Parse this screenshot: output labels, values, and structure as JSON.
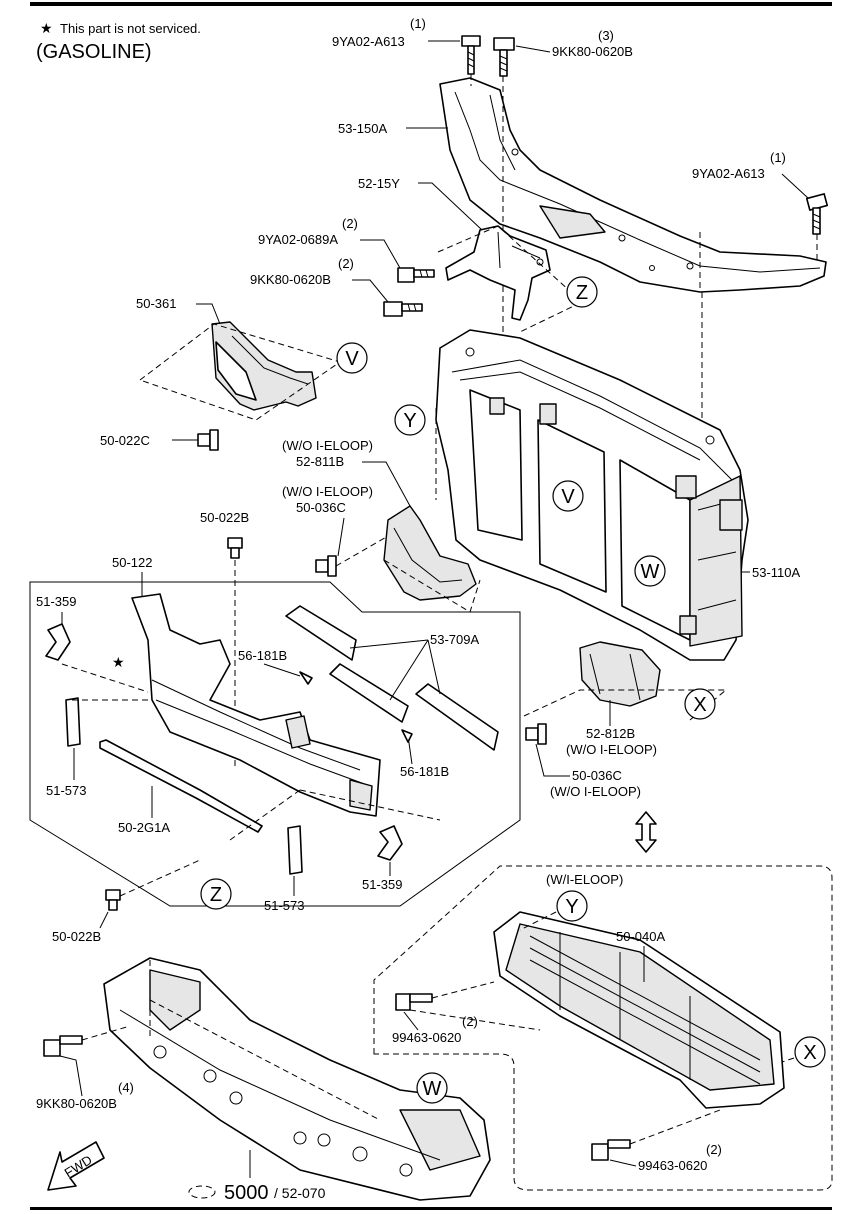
{
  "header": {
    "star_glyph": "★",
    "note": "This part is not serviced.",
    "engine": "(GASOLINE)"
  },
  "callouts": {
    "V": "V",
    "W": "W",
    "X": "X",
    "Y": "Y",
    "Z": "Z"
  },
  "labels": {
    "bolt_9ya02_a613_top_qty": "(1)",
    "bolt_9ya02_a613_top": "9YA02-A613",
    "bolt_9kk80_0620b_top_qty": "(3)",
    "bolt_9kk80_0620b_top": "9KK80-0620B",
    "shroud_upper": "53-150A",
    "bolt_9ya02_a613_right_qty": "(1)",
    "bolt_9ya02_a613_right": "9YA02-A613",
    "bracket_52_15y": "52-15Y",
    "bolt_9ya02_0689a_qty": "(2)",
    "bolt_9ya02_0689a": "9YA02-0689A",
    "bolt_9kk80_0620b_mid_qty": "(2)",
    "bolt_9kk80_0620b_mid": "9KK80-0620B",
    "guide_50_361": "50-361",
    "clip_50_022c": "50-022C",
    "guide_52_811b_note": "(W/O I-ELOOP)",
    "guide_52_811b": "52-811B",
    "clip_50_036c_upper_note": "(W/O I-ELOOP)",
    "clip_50_036c_upper": "50-036C",
    "clip_50_022b_upper": "50-022B",
    "reinforcement_50_122": "50-122",
    "bracket_51_359_left": "51-359",
    "absorber_53_709a": "53-709A",
    "clip_56_181b_upper": "56-181B",
    "clip_56_181b_lower": "56-181B",
    "pad_51_573_left": "51-573",
    "strip_50_2g1a": "50-2G1A",
    "pad_51_573_right": "51-573",
    "bracket_51_359_right": "51-359",
    "clip_50_022b_lower": "50-022B",
    "carrier_53_110a": "53-110A",
    "guide_52_812b": "52-812B",
    "guide_52_812b_note": "(W/O I-ELOOP)",
    "clip_50_036c_lower": "50-036C",
    "clip_50_036c_lower_note": "(W/O I-ELOOP)",
    "box_w_ieloop": "(W/I-ELOOP)",
    "shutter_50_040a": "50-040A",
    "bolt_99463_0620_left_qty": "(2)",
    "bolt_99463_0620_left": "99463-0620",
    "bolt_99463_0620_right_qty": "(2)",
    "bolt_99463_0620_right": "99463-0620",
    "bolt_9kk80_0620b_low_qty": "(4)",
    "bolt_9kk80_0620b_low": "9KK80-0620B",
    "fwd": "FWD",
    "bumper_ref_main": "5000",
    "bumper_ref_sub": "/ 52-070"
  }
}
